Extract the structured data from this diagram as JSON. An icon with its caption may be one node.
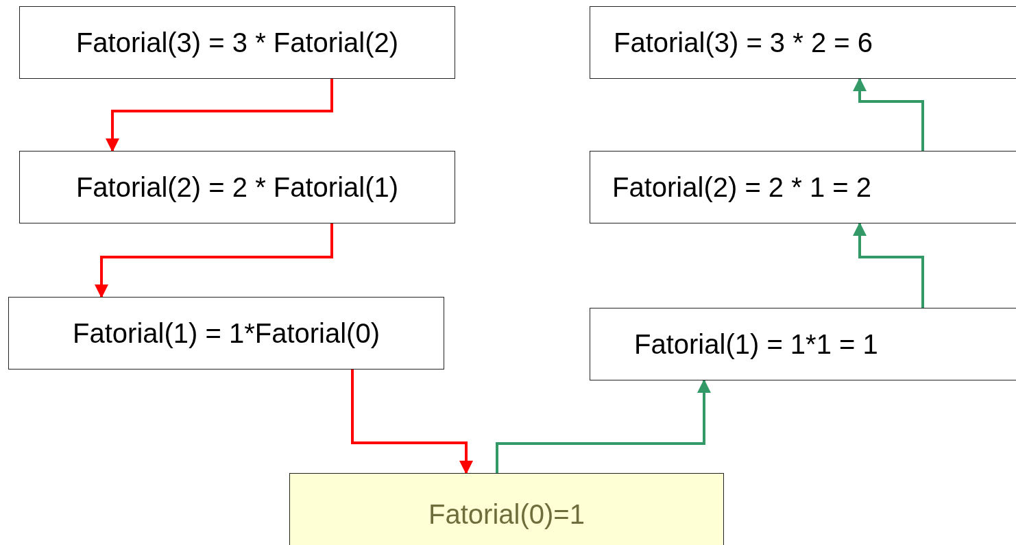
{
  "diagram": {
    "nodes": [
      {
        "text": [
          "Fatorial(3) = 3 * Fatorial(2)"
        ]
      },
      {
        "text": [
          "Fatorial(2) = 2 * Fatorial(1)"
        ]
      },
      {
        "text": [
          "Fatorial(1) = 1*Fatorial(0)"
        ]
      },
      {
        "text": [
          "Fatorial(0)=1"
        ]
      },
      {
        "text": [
          "Fatorial(3) = 3 * 2 = 6"
        ]
      },
      {
        "text": [
          "Fatorial(2) = 2 * 1 = 2"
        ]
      },
      {
        "text": [
          "Fatorial(1) = 1*1 = 1"
        ]
      }
    ],
    "edges": [
      {
        "from": 0,
        "to": 1,
        "arrow": "to",
        "color": "#ff0000"
      },
      {
        "from": 1,
        "to": 2,
        "arrow": "to",
        "color": "#ff0000"
      },
      {
        "from": 2,
        "to": 3,
        "arrow": "to",
        "color": "#ff0000"
      },
      {
        "from": 3,
        "to": 6,
        "arrow": "to",
        "color": "#339966"
      },
      {
        "from": 6,
        "to": 5,
        "arrow": "to",
        "color": "#339966"
      },
      {
        "from": 5,
        "to": 4,
        "arrow": "to",
        "color": "#339966"
      }
    ]
  }
}
